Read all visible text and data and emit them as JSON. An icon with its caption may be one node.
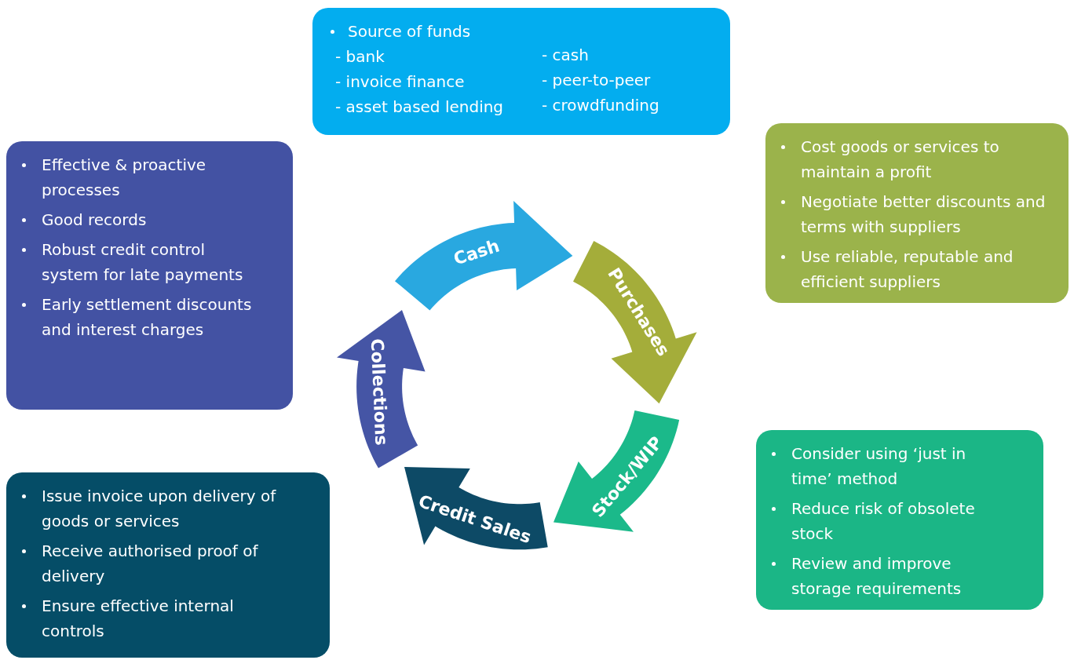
{
  "diagram": {
    "nodes": [
      {
        "text": [
          "Source of funds",
          "- bank",
          "- invoice finance",
          "- asset based lending",
          "- cash",
          "- peer-to-peer",
          "- crowdfunding"
        ]
      },
      {
        "text": [
          "Effective & proactive processes",
          "Good records",
          "Robust credit control system for late payments",
          "Early settlement discounts and interest charges"
        ]
      },
      {
        "text": [
          "Cash"
        ]
      },
      {
        "text": [
          "Purchases"
        ]
      },
      {
        "text": [
          "Cost goods or services to maintain a profit",
          "Negotiate better discounts and terms with suppliers",
          "Use reliable, reputable and efficient suppliers"
        ]
      },
      {
        "text": [
          "Collections"
        ]
      },
      {
        "text": [
          "Stock/WIP"
        ]
      },
      {
        "text": [
          "Consider using ‘just in time’ method",
          "Reduce risk of obsolete stock",
          "Review and improve storage requirements"
        ]
      },
      {
        "text": [
          "Credit Sales"
        ]
      },
      {
        "text": [
          "Issue invoice upon delivery of goods or services",
          "Receive authorised proof of delivery",
          "Ensure effective internal controls"
        ]
      }
    ]
  }
}
